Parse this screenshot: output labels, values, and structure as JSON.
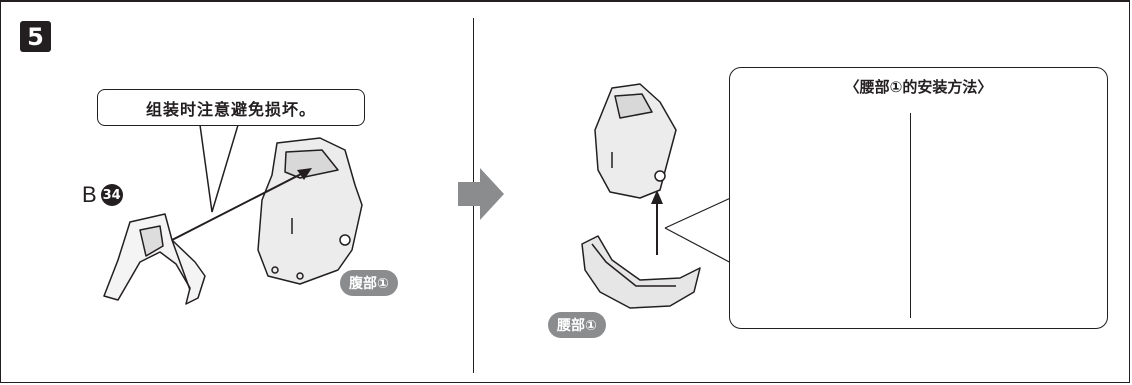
{
  "step": {
    "number": "5"
  },
  "left_panel": {
    "callout_text": "组装时注意避免损坏。",
    "part_letter": "B",
    "part_number": "34",
    "tag_label": "腹部①"
  },
  "right_panel": {
    "tag_label": "腰部①",
    "detail": {
      "title": "〈腰部①的安装方法〉"
    }
  },
  "colors": {
    "ink": "#231f20",
    "arrow_gray": "#8a8c8e",
    "part_fill": "#ededed",
    "dark_part": "#3a3a3a"
  }
}
